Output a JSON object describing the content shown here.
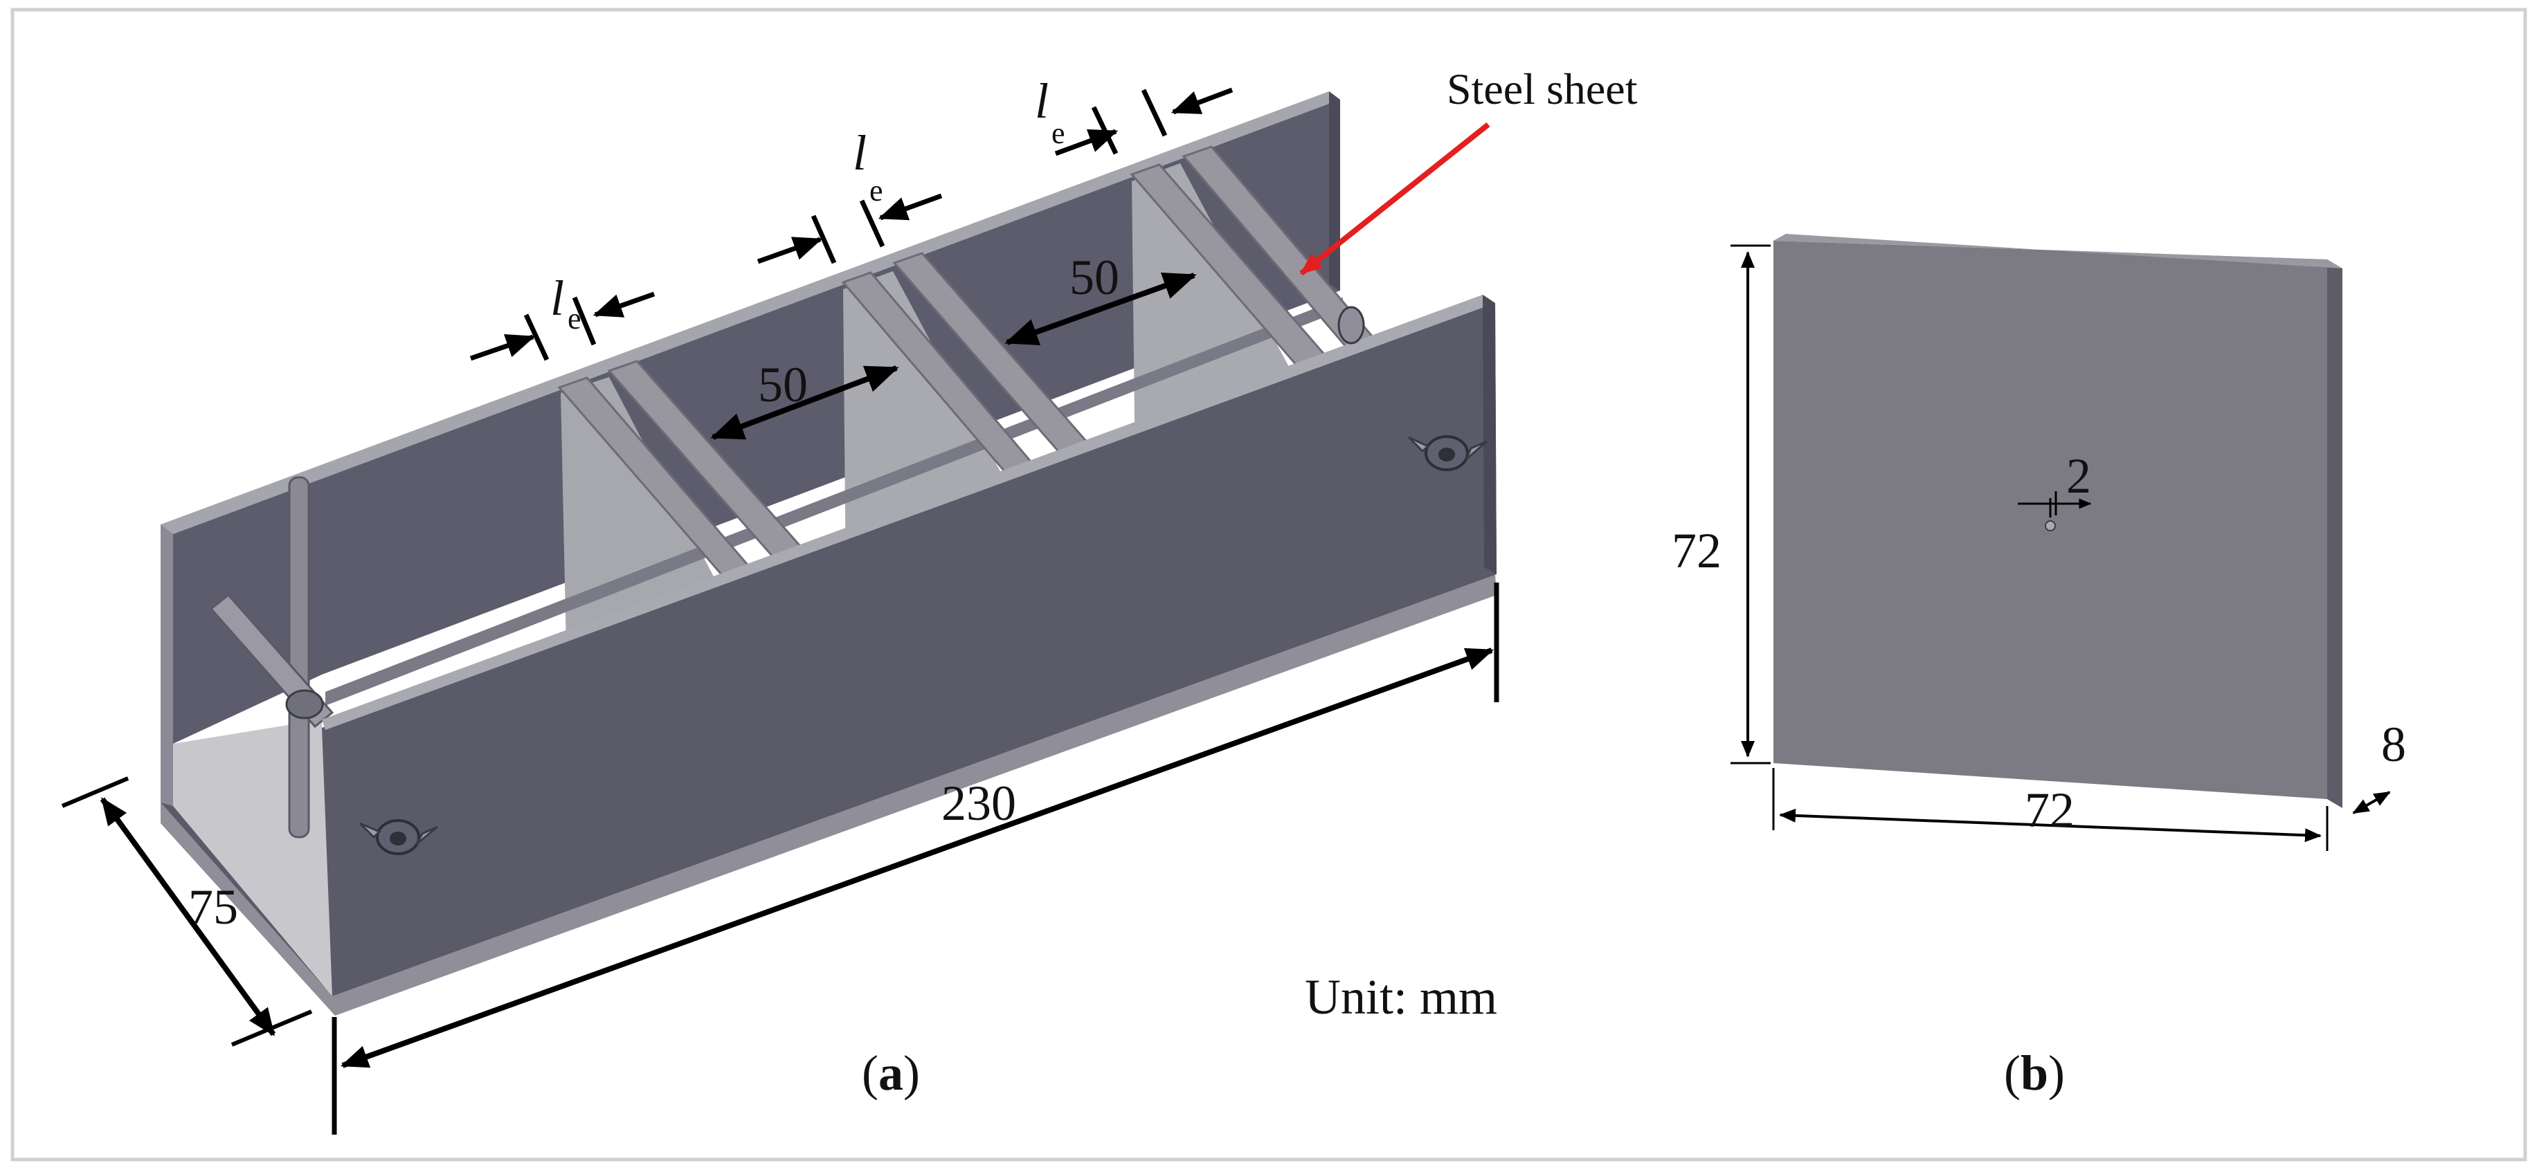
{
  "figure": {
    "callout_label": "Steel sheet",
    "unit_label": "Unit: mm",
    "panel_a": {
      "label_open": "(",
      "label_letter": "a",
      "label_close": ")",
      "dim_length": "230",
      "dim_width": "75",
      "dim_spacing": [
        "50",
        "50"
      ],
      "slot_symbol": "l",
      "slot_subscript": "e"
    },
    "panel_b": {
      "label_open": "(",
      "label_letter": "b",
      "label_close": ")",
      "dim_height": "72",
      "dim_width": "72",
      "dim_thickness": "8",
      "dim_hole": "2"
    }
  },
  "colors": {
    "mold_face": "#5b5a69",
    "mold_dark": "#4a4958",
    "mold_light": "#a5a5ad",
    "plate_face": "#7c7b84",
    "plate_edge": "#5d5c68",
    "callout_arrow": "#e41f1f",
    "dimension_line": "#000000",
    "frame_border": "#d0d0d0"
  }
}
